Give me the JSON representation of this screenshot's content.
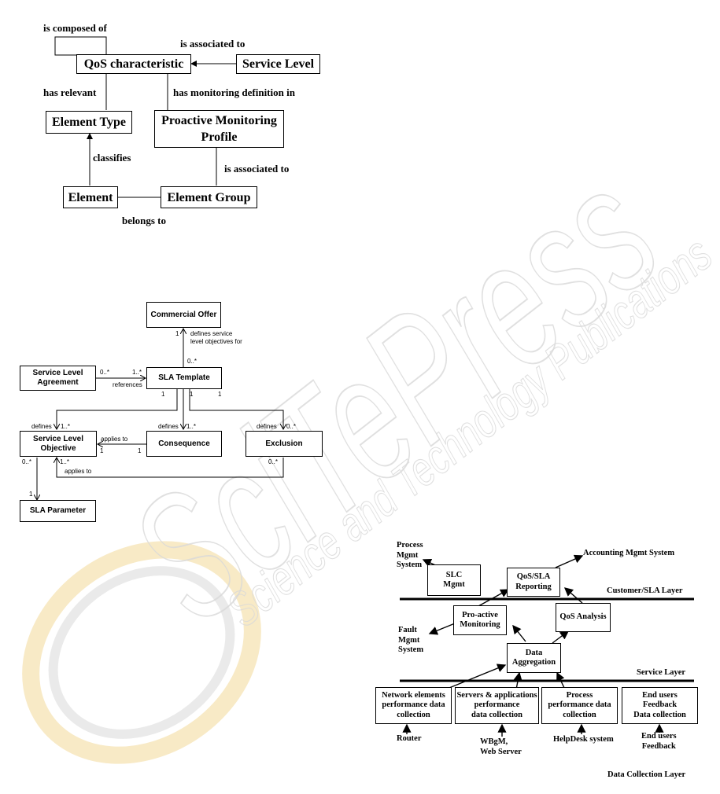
{
  "colors": {
    "watermark": "#d9d9d9",
    "watermark_ring_orange": "#f6e3b4",
    "watermark_ring_gray": "#e3e3e3"
  },
  "diagram1": {
    "nodes": {
      "qos": "QoS characteristic",
      "service_level": "Service Level",
      "element_type": "Element Type",
      "pmp": [
        "Proactive Monitoring",
        "Profile"
      ],
      "element": "Element",
      "element_group": "Element Group"
    },
    "labels": {
      "composed": "is composed of",
      "assoc1": "is associated to",
      "has_relevant": "has relevant",
      "monitoring": "has monitoring definition in",
      "classifies": "classifies",
      "assoc2": "is associated to",
      "belongs": "belongs to"
    }
  },
  "diagram2": {
    "nodes": {
      "commercial_offer": "Commercial Offer",
      "sla_agreement": [
        "Service Level",
        "Agreement"
      ],
      "sla_template": "SLA Template",
      "slo": [
        "Service Level",
        "Objective"
      ],
      "consequence": "Consequence",
      "exclusion": "Exclusion",
      "sla_parameter": "SLA Parameter"
    },
    "labels": {
      "co_mult": "1",
      "defines_service": [
        "defines service",
        "level objectives for"
      ],
      "tpl_mult_top": "0..*",
      "sla_mult": "0..*",
      "tpl_mult_left": "1..*",
      "references": "references",
      "tpl_one_a": "1",
      "tpl_one_b": "1",
      "tpl_one_c": "1",
      "defines_slo": "defines",
      "slo_mult": "1..*",
      "defines_cons": "defines",
      "cons_mult": "1..*",
      "defines_exc": "defines",
      "exc_mult": "0..*",
      "applies_to_1": "applies to",
      "applies_one_a": "1",
      "applies_one_b": "1",
      "slo_mult_low": "0..*",
      "slo_mult_app": "1..*",
      "exc_mult_low": "0..*",
      "applies_to_2": "applies to",
      "param_mult": "1"
    }
  },
  "diagram3": {
    "nodes": {
      "slc": [
        "SLC",
        "Mgmt"
      ],
      "qos_sla": [
        "QoS/SLA",
        "Reporting"
      ],
      "proactive": [
        "Pro-active",
        "Monitoring"
      ],
      "qos_analysis": "QoS Analysis",
      "data_agg": [
        "Data",
        "Aggregation"
      ],
      "network": [
        "Network elements",
        "performance data",
        "collection"
      ],
      "servers": [
        "Servers & applications",
        "performance",
        "data collection"
      ],
      "process": [
        "Process",
        "performance data",
        "collection"
      ],
      "end_users": [
        "End users",
        "Feedback",
        "Data collection"
      ]
    },
    "labels": {
      "process_mgmt": [
        "Process",
        "Mgmt",
        "System"
      ],
      "accounting": "Accounting Mgmt System",
      "customer_layer": "Customer/SLA Layer",
      "fault_mgmt": [
        "Fault",
        "Mgmt",
        "System"
      ],
      "service_layer": "Service Layer",
      "router": "Router",
      "wbgm": [
        "WBgM,",
        "Web Server"
      ],
      "helpdesk": "HelpDesk system",
      "eu_feedback": [
        "End users",
        "Feedback"
      ],
      "data_collection_layer": "Data Collection Layer"
    }
  },
  "watermark": {
    "press": "SciTePress",
    "subtitle": "Science and Technology Publications"
  }
}
